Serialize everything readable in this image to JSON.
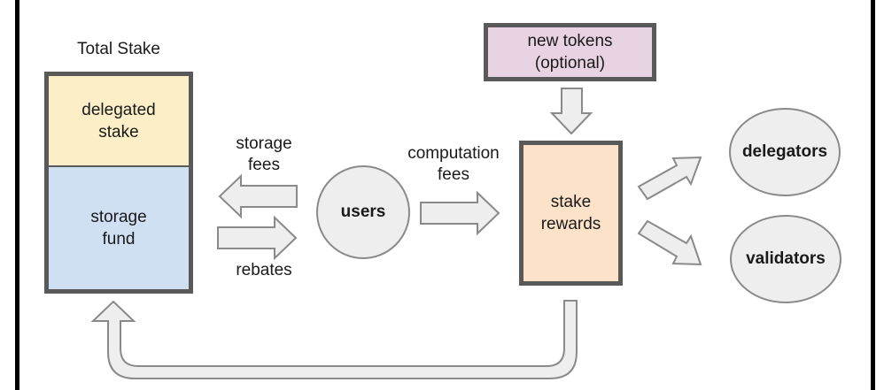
{
  "title": "Total Stake",
  "stake_box": {
    "delegated_stake": [
      "delegated",
      "stake"
    ],
    "storage_fund": [
      "storage",
      "fund"
    ]
  },
  "flows": {
    "storage_fees": [
      "storage",
      "fees"
    ],
    "rebates": "rebates",
    "computation_fees": [
      "computation",
      "fees"
    ]
  },
  "nodes": {
    "users": "users",
    "new_tokens": [
      "new tokens",
      "(optional)"
    ],
    "stake_rewards": [
      "stake",
      "rewards"
    ],
    "delegators": "delegators",
    "validators": "validators"
  },
  "colors": {
    "delegated_stake_fill": "#fcefc7",
    "storage_fund_fill": "#cfe0f3",
    "new_tokens_fill": "#e8d3e2",
    "stake_rewards_fill": "#fbe2c8",
    "node_fill": "#eeeeee",
    "arrow_fill": "#eeeeee",
    "border": "#595959"
  }
}
